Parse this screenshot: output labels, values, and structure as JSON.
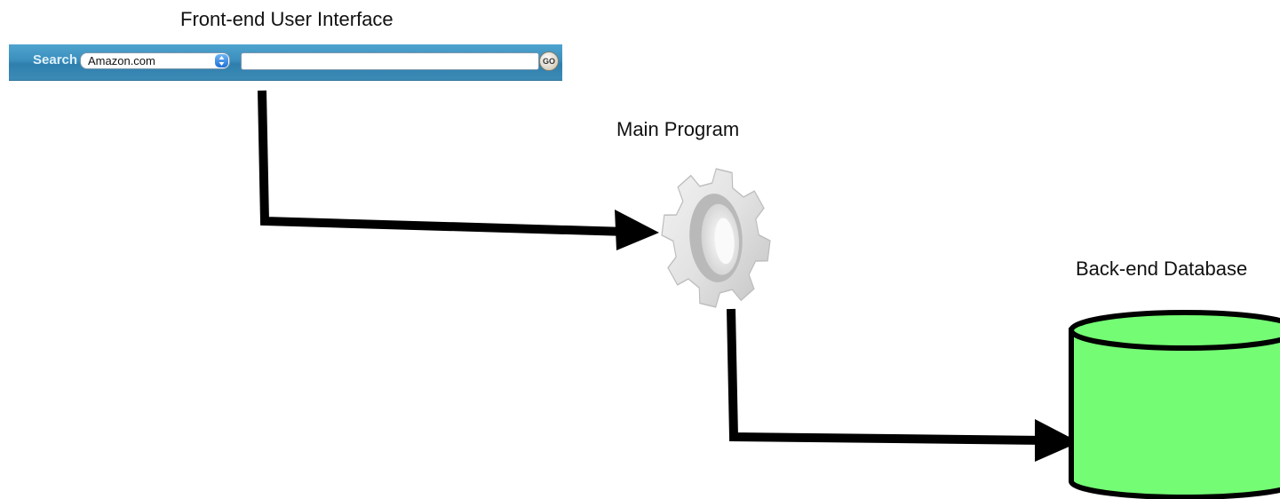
{
  "labels": {
    "frontend": "Front-end User Interface",
    "program": "Main Program",
    "database": "Back-end Database"
  },
  "searchbar": {
    "label": "Search",
    "scope": "Amazon.com",
    "query": "",
    "go": "GO"
  },
  "icons": {
    "program": "gear-icon",
    "database": "database-cylinder-icon",
    "select": "select-arrows-icon"
  },
  "colors": {
    "database_fill": "#74fd74",
    "connector": "#000000",
    "searchbar": "#3b8fbd"
  }
}
